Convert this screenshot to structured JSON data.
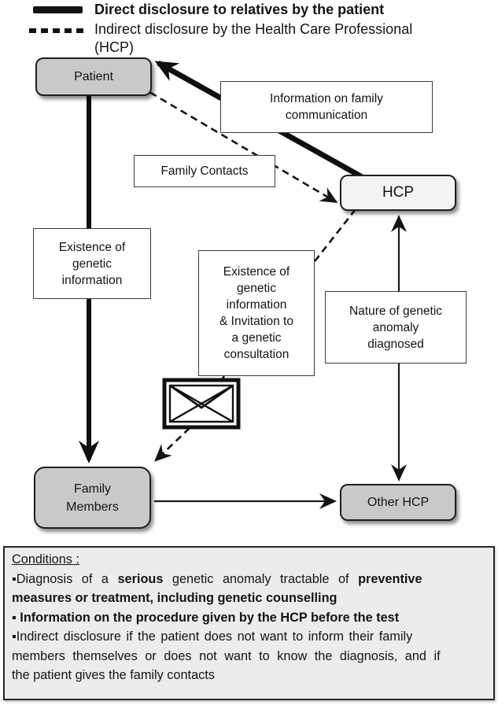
{
  "legend": {
    "direct": "Direct disclosure to relatives by the patient",
    "indirect_line1": "Indirect disclosure by the Health Care Professional",
    "indirect_line2": "(HCP)"
  },
  "nodes": {
    "patient": "Patient",
    "hcp": "HCP",
    "family_members": "Family Members",
    "other_hcp": "Other HCP"
  },
  "edge_labels": {
    "info_family_comm": [
      "Information on family",
      "communication"
    ],
    "family_contacts": "Family Contacts",
    "existence_left": [
      "Existence of",
      "genetic",
      "information"
    ],
    "existence_center": [
      "Existence of",
      "genetic",
      "information",
      "& Invitation to",
      "a genetic",
      "consultation"
    ],
    "nature_right": [
      "Nature of genetic",
      "anomaly",
      "diagnosed"
    ]
  },
  "icons": {
    "envelope": "envelope-icon"
  },
  "conditions": {
    "title": "Conditions :",
    "item1": {
      "a": "▪Diagnosis of a ",
      "b": "serious",
      "c": " genetic anomaly tractable of ",
      "d": "preventive",
      "e": "measures or treatment, including genetic counselling"
    },
    "item2": {
      "a": "▪ ",
      "b": "Information on the procedure given by the HCP before the test"
    },
    "item3": {
      "a": "▪Indirect disclosure if the patient does not want to inform their family",
      "b": "members themselves or does not want to know the diagnosis, and if",
      "c": "the patient gives the family contacts"
    }
  },
  "colors": {
    "node_gray": "#c9c9c9",
    "hcp_fill": "#f4f4f4",
    "line_black": "#141414",
    "conditions_fill": "#ececec"
  }
}
